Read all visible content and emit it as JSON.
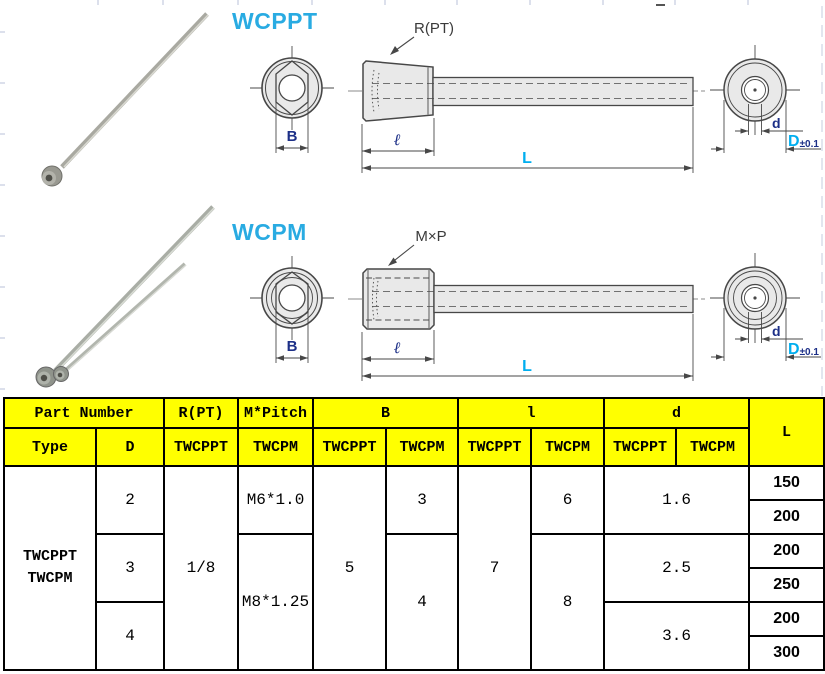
{
  "colors": {
    "accent_cyan": "#29abe2",
    "dim_cyan": "#00aeef",
    "dim_navy": "#1c2f87",
    "header_yellow": "#ffff00",
    "part_fill": "#e9e9e9"
  },
  "drawings": {
    "wcppt": {
      "title": "WCPPT",
      "thread_label": "R(PT)",
      "dims": {
        "b": "B",
        "l": "ℓ",
        "length": "L",
        "d": "d",
        "D": "D",
        "tol": "±0.1"
      }
    },
    "wcpm": {
      "title": "WCPM",
      "thread_label": "M×P",
      "dims": {
        "b": "B",
        "l": "ℓ",
        "length": "L",
        "d": "d",
        "D": "D",
        "tol": "±0.1"
      }
    }
  },
  "table": {
    "header": {
      "part_number": "Part Number",
      "type": "Type",
      "diameter": "D",
      "rpt": "R(PT)",
      "m_pitch": "M*Pitch",
      "b": "B",
      "l": "l",
      "d": "d",
      "length": "L",
      "sub": [
        "TWCPPT",
        "TWCPM",
        "TWCPPT",
        "TWCPM",
        "TWCPPT",
        "TWCPM",
        "TWCPPT",
        "TWCPM"
      ]
    },
    "body": {
      "type": "TWCPPT\nTWCPM",
      "rpt": "1/8",
      "b_twcppt": "5",
      "l_twcppt": "7",
      "groups": [
        {
          "D": "2",
          "m_pitch": "M6*1.0",
          "b_twcpm": "3",
          "l_twcpm": "6",
          "d": "1.6"
        },
        {
          "D": "3",
          "m_pitch": "M8*1.25",
          "b_twcpm": "4",
          "l_twcpm": "8",
          "d": "2.5"
        },
        {
          "D": "4",
          "d": "3.6"
        }
      ],
      "L_values": [
        "150",
        "200",
        "200",
        "250",
        "200",
        "300"
      ]
    }
  }
}
